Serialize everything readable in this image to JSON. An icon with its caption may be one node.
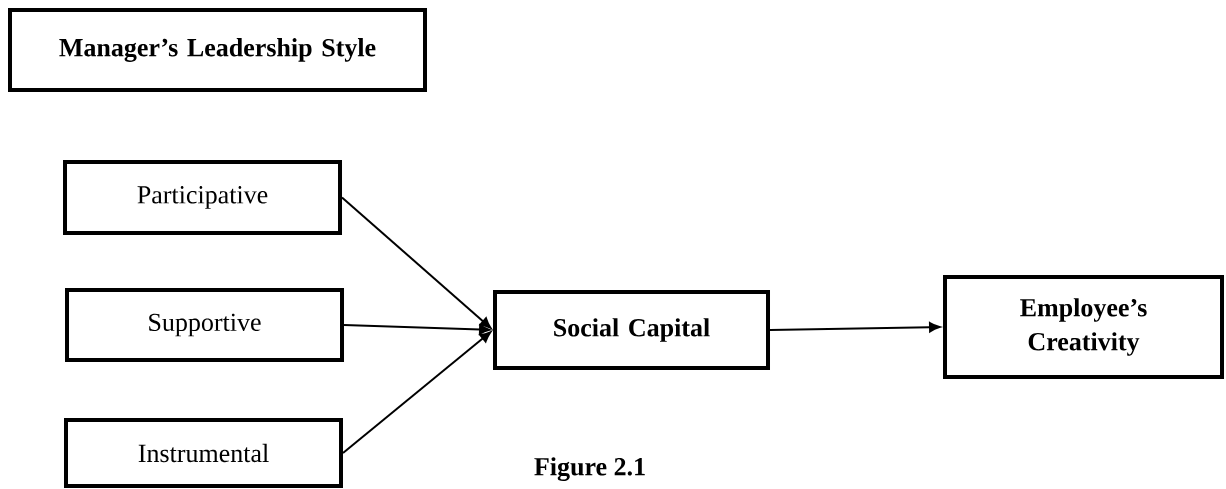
{
  "diagram": {
    "caption": "Figure 2.1",
    "nodes": [
      {
        "text": [
          "Manager’s Leadership Style"
        ]
      },
      {
        "text": [
          "Participative"
        ]
      },
      {
        "text": [
          "Supportive"
        ]
      },
      {
        "text": [
          "Instrumental"
        ]
      },
      {
        "text": [
          "Social Capital"
        ]
      },
      {
        "text": [
          "Employee’s Creativity"
        ]
      }
    ],
    "edges": [
      {
        "from": 1,
        "to": 4,
        "arrow": "to"
      },
      {
        "from": 2,
        "to": 4,
        "arrow": "to"
      },
      {
        "from": 3,
        "to": 4,
        "arrow": "to"
      },
      {
        "from": 4,
        "to": 5,
        "arrow": "to"
      }
    ]
  }
}
